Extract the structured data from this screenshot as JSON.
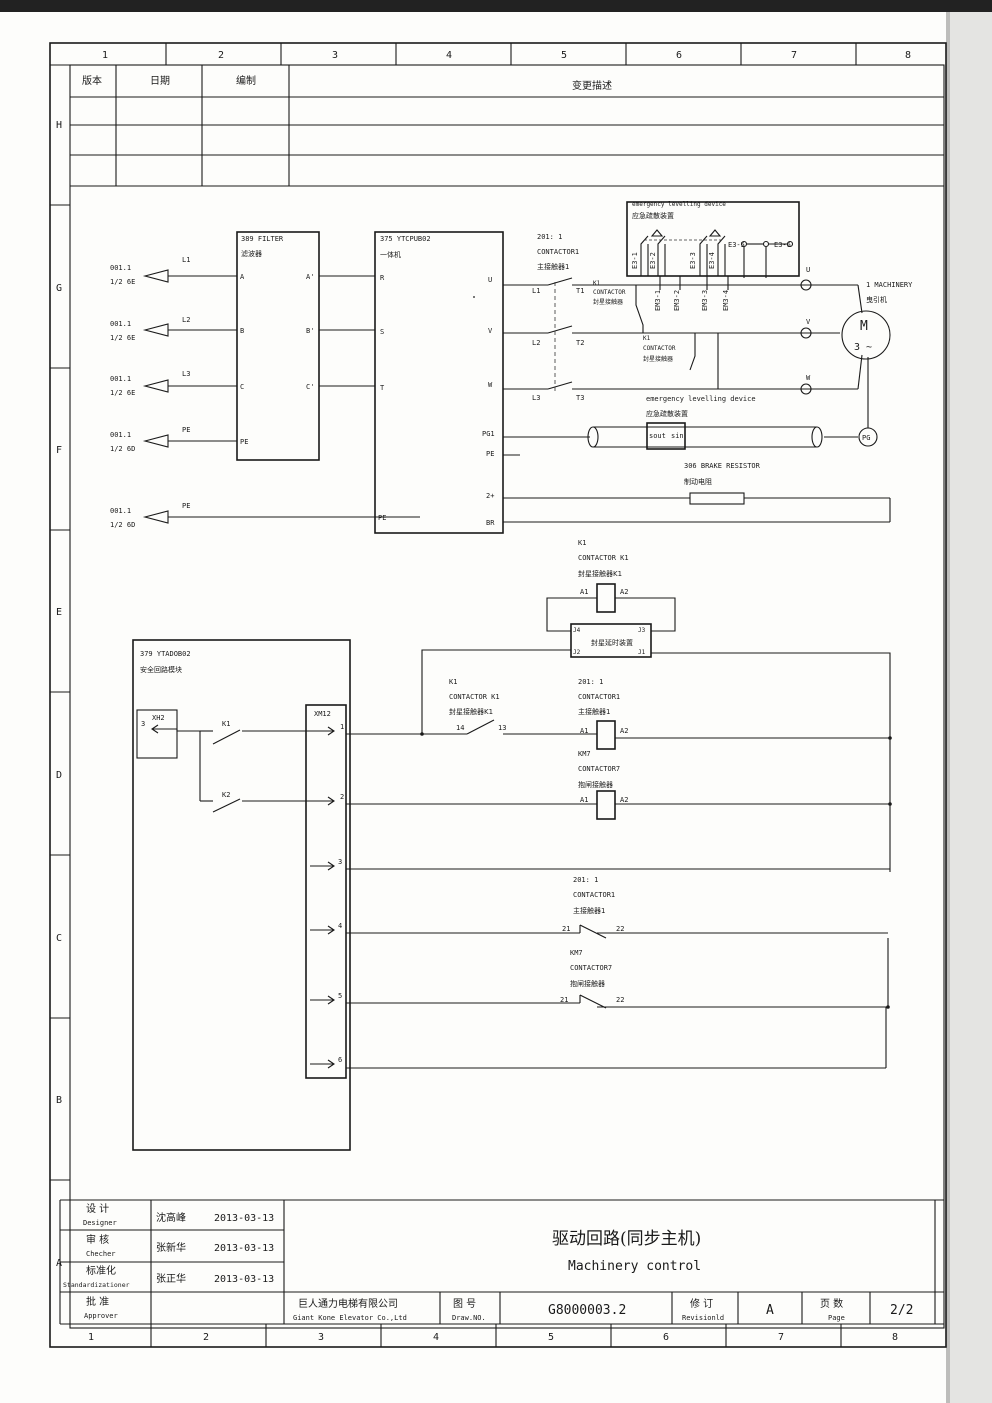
{
  "grid": {
    "top_columns": [
      "1",
      "2",
      "3",
      "4",
      "5",
      "6",
      "7",
      "8"
    ],
    "bottom_columns": [
      "1",
      "2",
      "3",
      "4",
      "5",
      "6",
      "7",
      "8"
    ],
    "rows": [
      "H",
      "G",
      "F",
      "E",
      "D",
      "C",
      "B",
      "A"
    ]
  },
  "revision_table": {
    "headers": [
      "版本",
      "日期",
      "编制",
      "变更描述"
    ]
  },
  "inputs": [
    {
      "ref": "001.1",
      "loc": "1/2 6E",
      "line": "L1"
    },
    {
      "ref": "001.1",
      "loc": "1/2 6E",
      "line": "L2"
    },
    {
      "ref": "001.1",
      "loc": "1/2 6E",
      "line": "L3"
    },
    {
      "ref": "001.1",
      "loc": "1/2 6D",
      "line": "PE"
    },
    {
      "ref": "001.1",
      "loc": "1/2 6D",
      "line": "PE"
    }
  ],
  "filter": {
    "title": "389 FILTER",
    "title_cn": "滤波器",
    "left_pins": [
      "A",
      "B",
      "C",
      "PE"
    ],
    "right_pins": [
      "A'",
      "B'",
      "C'"
    ]
  },
  "inverter": {
    "title": "375 YTCPUB02",
    "title_cn": "一体机",
    "left_pins": [
      "R",
      "S",
      "T",
      "PE"
    ],
    "right_pins": [
      "U",
      "V",
      "W",
      "PG1",
      "PE",
      "2+",
      "BR"
    ]
  },
  "contactor1": {
    "ref": "201: 1",
    "name": "CONTACTOR1",
    "name_cn": "主接触器1",
    "poles": [
      [
        "L1",
        "T1"
      ],
      [
        "L2",
        "T2"
      ],
      [
        "L3",
        "T3"
      ]
    ]
  },
  "emergency_box": {
    "title": "emergency levelling device",
    "title_cn": "应急疏散装置",
    "terminals": [
      "E3-1",
      "E3-2",
      "E3-3",
      "E3-4",
      "EM3-1",
      "EM3-2",
      "EM3-3",
      "EM3-4",
      "E3-5",
      "E3-6"
    ],
    "k1_label": "K1",
    "k1_name": "CONTACTOR",
    "k1_name_cn": "封星接触器"
  },
  "emergency_device": {
    "title": "emergency levelling device",
    "title_cn": "应急疏散装置",
    "sout": "sout",
    "sin": "sin"
  },
  "motor": {
    "ref": "1 MACHINERY",
    "ref_cn": "曳引机",
    "symbol": "M",
    "phase": "3 ~",
    "terminals": [
      "U",
      "V",
      "W"
    ],
    "encoder": "PG"
  },
  "brake_resistor": {
    "title": "306 BRAKE RESISTOR",
    "title_cn": "制动电阻"
  },
  "k1_coil": {
    "ref": "K1",
    "name": "CONTACTOR K1",
    "name_cn": "封星接触器K1",
    "pins": [
      "A1",
      "A2"
    ],
    "timer_cn": "封星延时装置",
    "timer_pins": [
      "J4",
      "J3",
      "J2",
      "J1"
    ]
  },
  "safety_module": {
    "title": "379 YTADOB02",
    "title_cn": "安全回路模块",
    "connector": "XH2",
    "connector_pin": "3",
    "switches": [
      "K1",
      "K2"
    ],
    "xm12": "XM12",
    "xm12_pins": [
      "1",
      "2",
      "3",
      "4",
      "5",
      "6"
    ]
  },
  "aux_k1": {
    "ref": "K1",
    "name": "CONTACTOR K1",
    "name_cn": "封星接触器K1",
    "pins": [
      "14",
      "13"
    ]
  },
  "coil_contactor1": {
    "ref": "201: 1",
    "name": "CONTACTOR1",
    "name_cn": "主接触器1",
    "pins": [
      "A1",
      "A2"
    ]
  },
  "coil_km7": {
    "ref": "KM7",
    "name": "CONTACTOR7",
    "name_cn": "抱闸接触器",
    "pins": [
      "A1",
      "A2"
    ]
  },
  "nc_contactor1": {
    "ref": "201: 1",
    "name": "CONTACTOR1",
    "name_cn": "主接触器1",
    "pins": [
      "21",
      "22"
    ]
  },
  "nc_km7": {
    "ref": "KM7",
    "name": "CONTACTOR7",
    "name_cn": "抱闸接触器",
    "pins": [
      "21",
      "22"
    ]
  },
  "title_block": {
    "rows": [
      {
        "role_cn": "设 计",
        "role": "Designer",
        "person": "沈高峰",
        "date": "2013-03-13"
      },
      {
        "role_cn": "审 核",
        "role": "Checher",
        "person": "张新华",
        "date": "2013-03-13"
      },
      {
        "role_cn": "标准化",
        "role": "Standardizationer",
        "person": "张正华",
        "date": "2013-03-13"
      },
      {
        "role_cn": "批 准",
        "role": "Approver",
        "person": "",
        "date": ""
      }
    ],
    "title_cn": "驱动回路(同步主机)",
    "title_en": "Machinery control",
    "company_cn": "巨人通力电梯有限公司",
    "company_en": "Giant Kone Elevator Co.,Ltd",
    "drawno_cn": "图 号",
    "drawno_en": "Draw.NO.",
    "drawno": "G8000003.2",
    "revision_cn": "修 订",
    "revision_en": "Revisionld",
    "revision": "A",
    "page_cn": "页 数",
    "page_en": "Page",
    "page": "2/2"
  }
}
